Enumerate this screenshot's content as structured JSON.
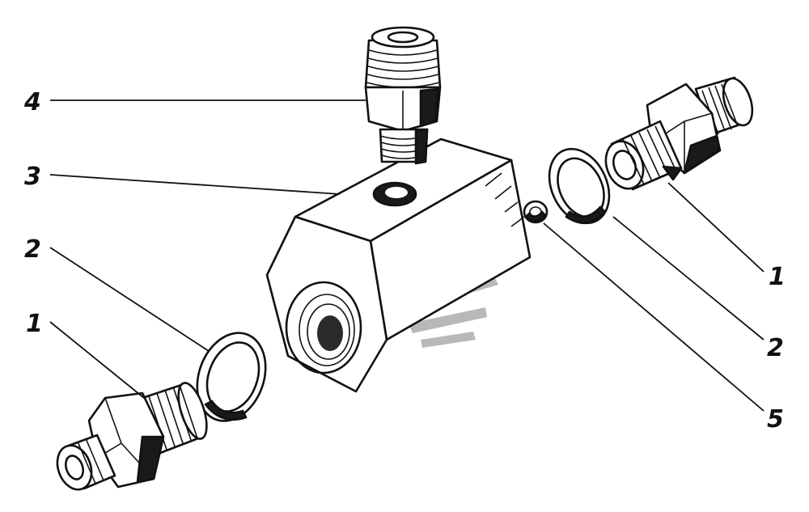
{
  "colors": {
    "ink": "#111111",
    "paper": "#ffffff",
    "watermark": "#b8b8b8"
  },
  "callouts": [
    {
      "id": "label-4-top",
      "text": "4"
    },
    {
      "id": "label-3",
      "text": "3"
    },
    {
      "id": "label-2-left",
      "text": "2"
    },
    {
      "id": "label-1-left",
      "text": "1"
    },
    {
      "id": "label-1-right",
      "text": "1"
    },
    {
      "id": "label-2-right",
      "text": "2"
    },
    {
      "id": "label-5",
      "text": "5"
    }
  ]
}
